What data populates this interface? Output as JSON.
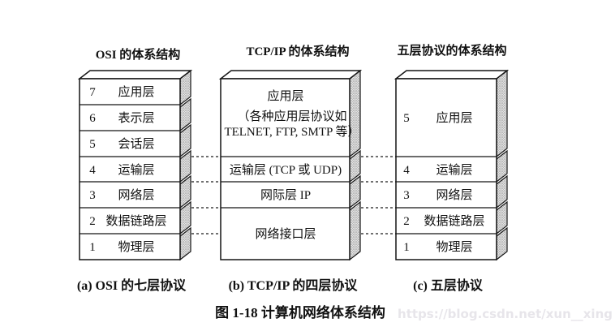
{
  "figure": {
    "caption": "图 1-18    计算机网络体系结构",
    "watermark": "https://blog.csdn.net/xun__xing"
  },
  "columns": [
    {
      "title": "OSI 的体系结构",
      "footer": "(a) OSI 的七层协议",
      "layers": [
        {
          "num": "7",
          "name": "应用层"
        },
        {
          "num": "6",
          "name": "表示层"
        },
        {
          "num": "5",
          "name": "会话层"
        },
        {
          "num": "4",
          "name": "运输层"
        },
        {
          "num": "3",
          "name": "网络层"
        },
        {
          "num": "2",
          "name": "数据链路层"
        },
        {
          "num": "1",
          "name": "物理层"
        }
      ]
    },
    {
      "title": "TCP/IP 的体系结构",
      "footer": "(b) TCP/IP 的四层协议",
      "layers": [
        {
          "name": "应用层",
          "sub1": "（各种应用层协议如",
          "sub2": "TELNET, FTP, SMTP 等）"
        },
        {
          "name": "运输层 (TCP 或 UDP)"
        },
        {
          "name": "网际层 IP"
        },
        {
          "name": "网络接口层"
        }
      ]
    },
    {
      "title": "五层协议的体系结构",
      "footer": "(c) 五层协议",
      "layers": [
        {
          "num": "5",
          "name": "应用层"
        },
        {
          "num": "4",
          "name": "运输层"
        },
        {
          "num": "3",
          "name": "网络层"
        },
        {
          "num": "2",
          "name": "数据链路层"
        },
        {
          "num": "1",
          "name": "物理层"
        }
      ]
    }
  ]
}
